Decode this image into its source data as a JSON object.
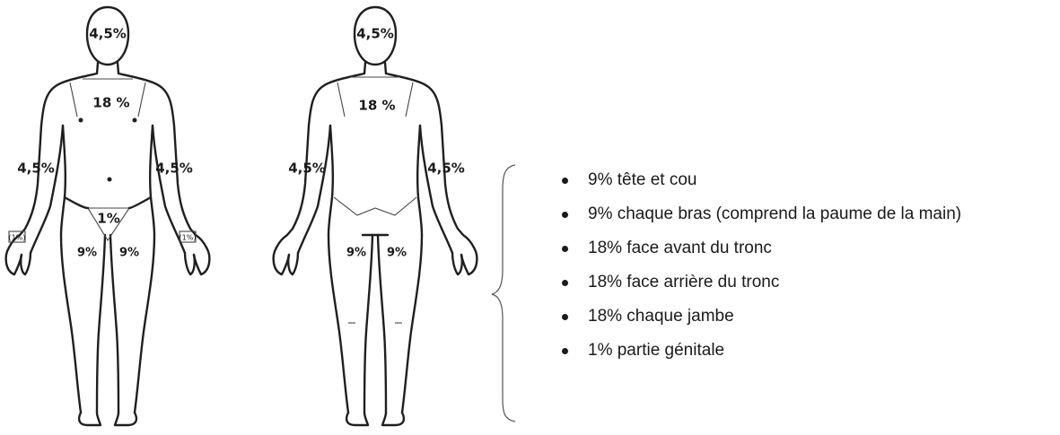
{
  "front_figure": {
    "head": "4,5%",
    "chest": "18 %",
    "left_arm": "4,5%",
    "right_arm": "4,5%",
    "genital": "1%",
    "left_palm": "(1%)",
    "right_palm": "(1%)",
    "left_leg": "9%",
    "right_leg": "9%"
  },
  "back_figure": {
    "head": "4,5%",
    "back": "18 %",
    "left_arm": "4,5%",
    "right_arm": "4,5%",
    "left_leg": "9%",
    "right_leg": "9%"
  },
  "legend": [
    "9%  tête et cou",
    "9% chaque bras (comprend la paume de la main)",
    "18% face avant du tronc",
    "18% face arrière du tronc",
    "18% chaque jambe",
    "1% partie génitale"
  ]
}
